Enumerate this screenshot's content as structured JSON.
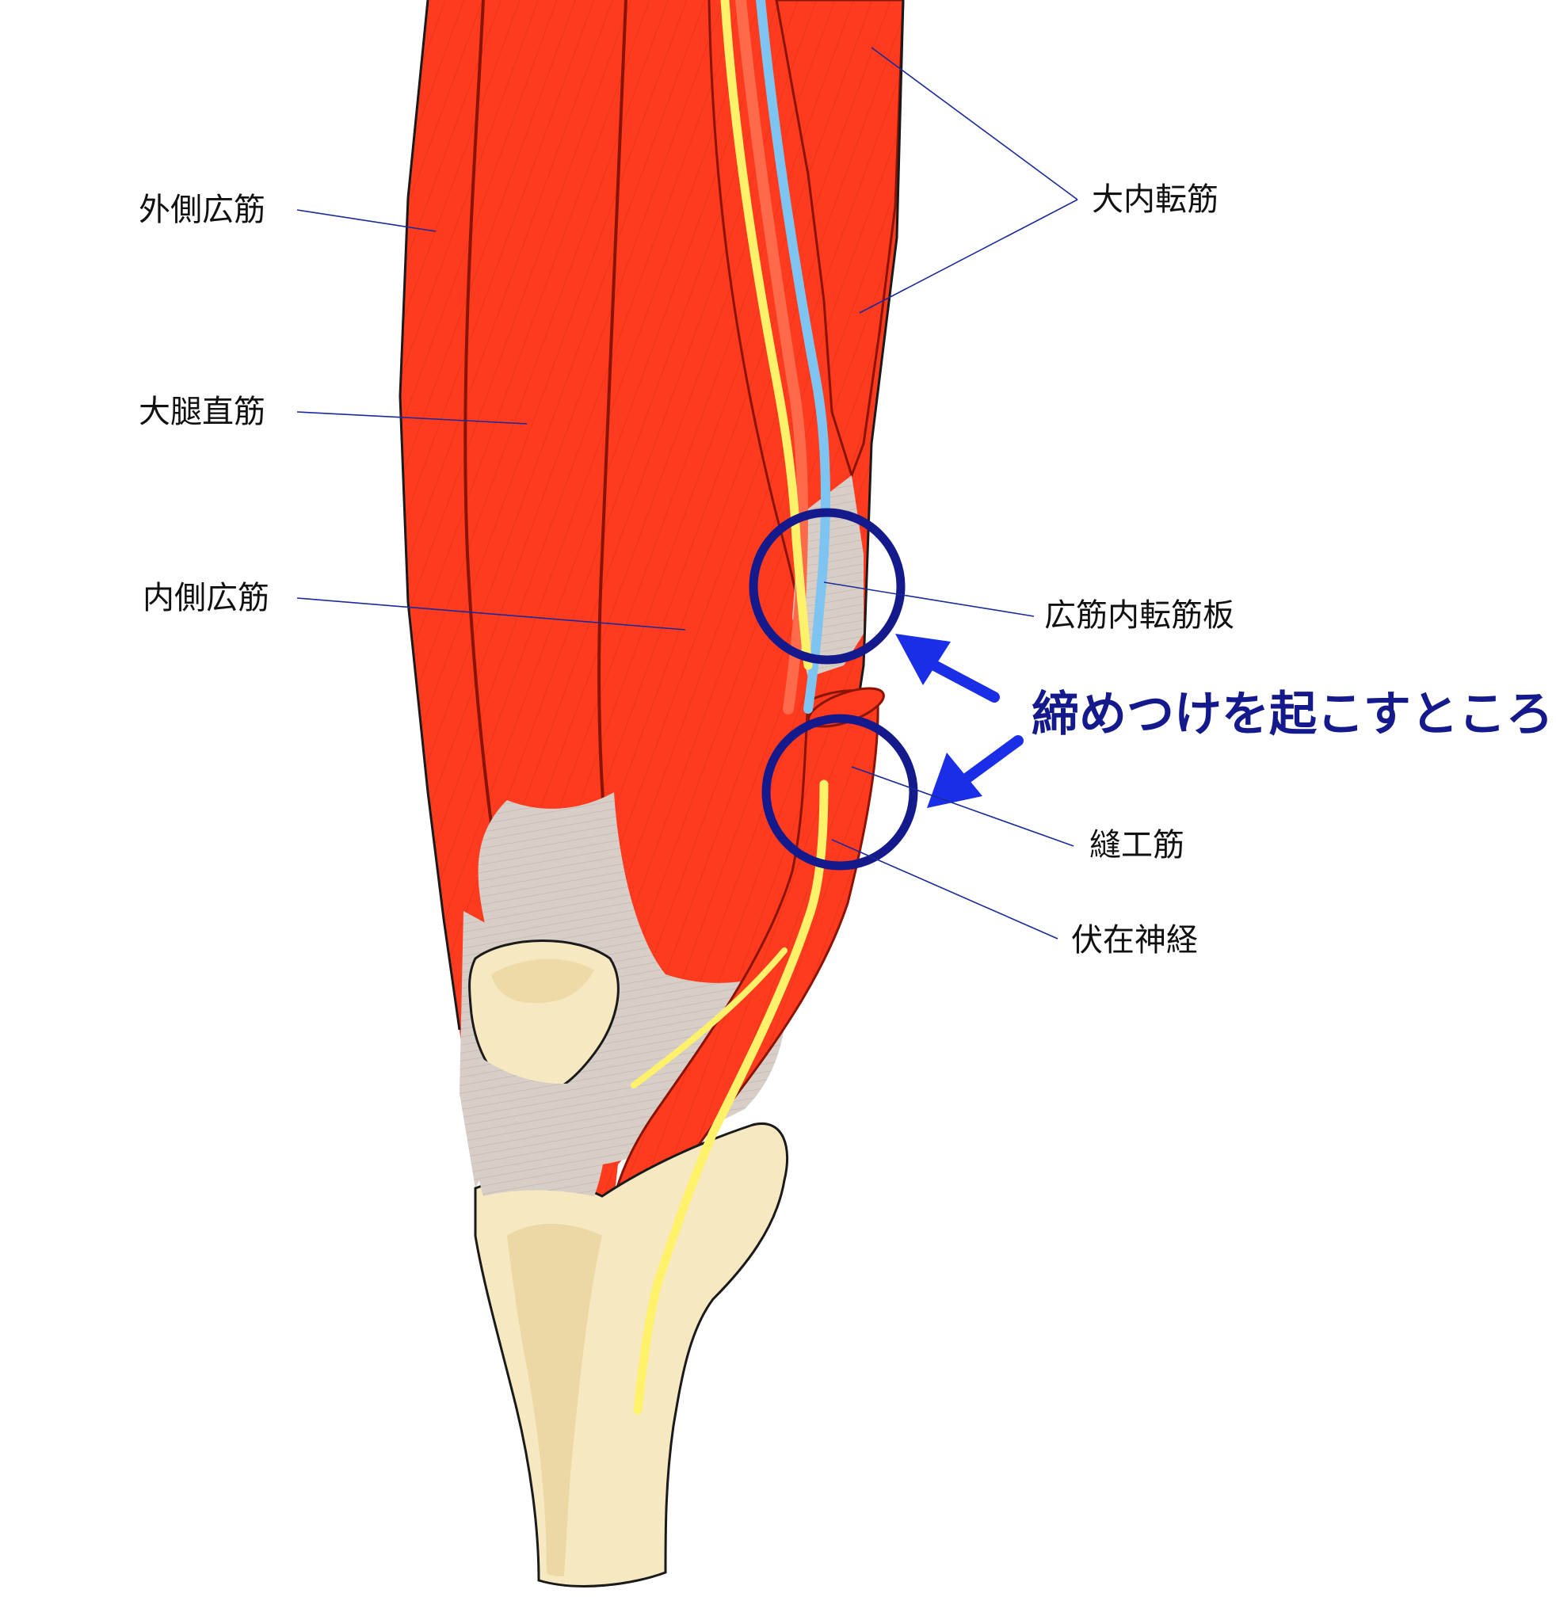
{
  "colors": {
    "muscle": "#FF3B1F",
    "muscle_line": "#8A1404",
    "tendon": "#D7CEC8",
    "bone": "#F6E8C0",
    "bone_shade": "#E4CB8C",
    "nerve": "#FFF26A",
    "artery": "#FF6B4A",
    "vein": "#7DC4F0",
    "leader": "#1A2A9A",
    "highlight": "#141A8C",
    "arrow": "#1A2EE8",
    "outline": "#1A1A1A"
  },
  "labels": {
    "vastus_lateralis": "外側広筋",
    "rectus_femoris": "大腿直筋",
    "vastus_medialis": "内側広筋",
    "adductor_magnus": "大内転筋",
    "vastoadductor_membrane": "広筋内転筋板",
    "sartorius": "縫工筋",
    "saphenous_nerve": "伏在神経"
  },
  "callout": {
    "text": "締めつけを起こすところ"
  },
  "markers": {
    "circle_count": 2,
    "arrow_count": 2,
    "circle_style": "dark-blue-ring",
    "arrow_style": "blue-arrow"
  }
}
